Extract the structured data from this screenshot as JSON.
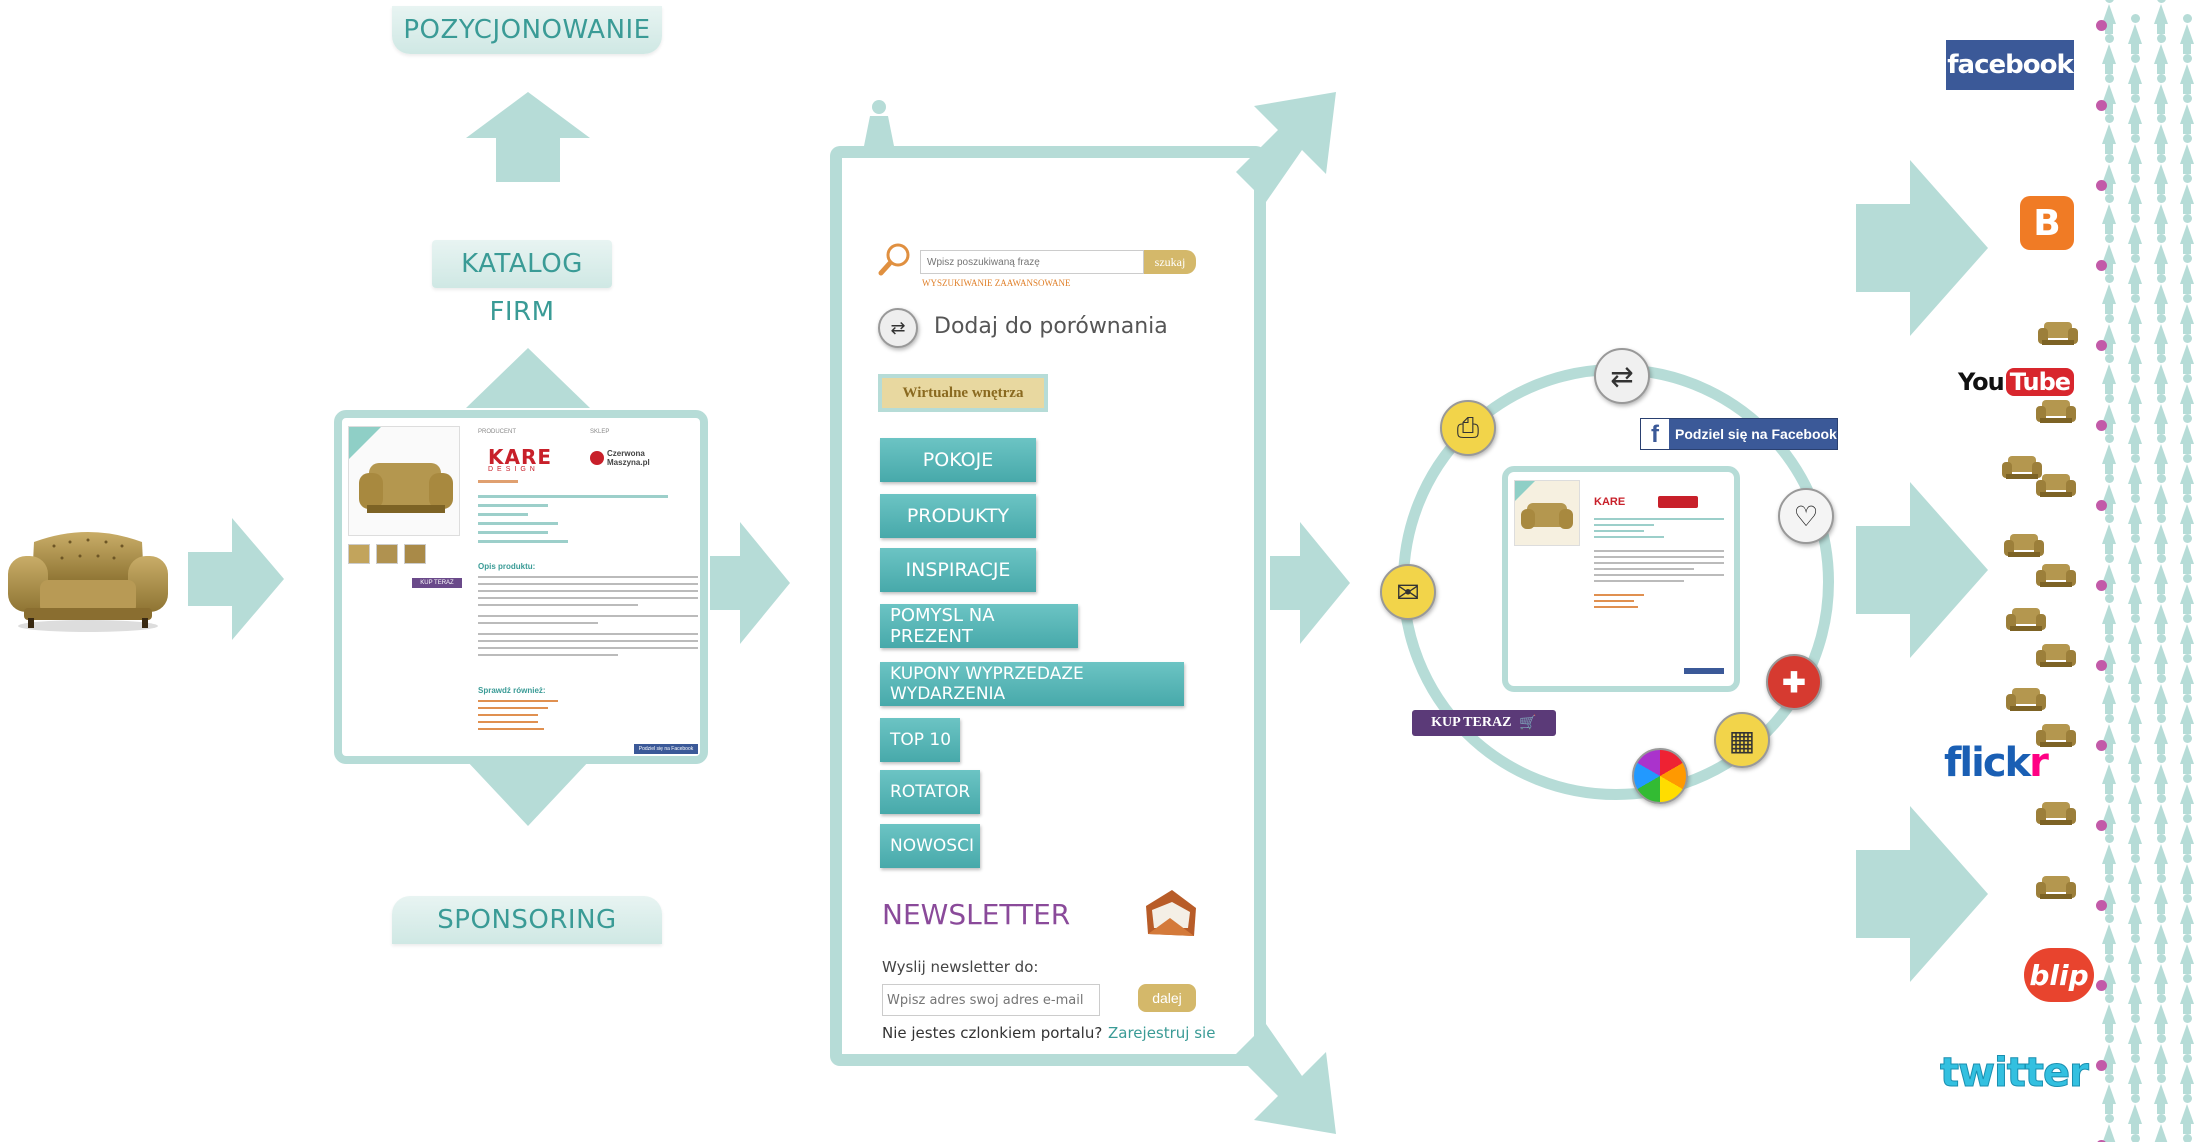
{
  "labels": {
    "pozycjonowanie": "POZYCJONOWANIE",
    "katalog_firm": "KATALOG FIRM",
    "sponsoring": "SPONSORING"
  },
  "product_card": {
    "producent_label": "PRODUCENT",
    "sklep_label": "SKLEP",
    "brand": "KARE",
    "brand_sub": "DESIGN",
    "shop_name": "Czerwona Maszyna.pl",
    "buy_label": "KUP TERAZ",
    "opis_title": "Opis produktu:",
    "sprawdz_title": "Sprawdź również:",
    "share_label": "Podziel się na Facebook"
  },
  "portal": {
    "search_placeholder": "Wpisz poszukiwaną frazę",
    "search_button": "szukaj",
    "advanced_search": "WYSZUKIWANIE ZAAWANSOWANE",
    "compare": "Dodaj do porównania",
    "virtual": "Wirtualne wnętrza",
    "menu": [
      "POKOJE",
      "PRODUKTY",
      "INSPIRACJE",
      "POMYSL NA PREZENT",
      "KUPONY WYPRZEDAZE WYDARZENIA",
      "TOP 10",
      "ROTATOR",
      "NOWOSCI"
    ],
    "newsletter_title": "NEWSLETTER",
    "newsletter_label": "Wyslij newsletter do:",
    "newsletter_placeholder": "Wpisz adres swoj adres e-mail",
    "newsletter_button": "dalej",
    "not_member": "Nie jestes czlonkiem portalu?",
    "register": "Zarejestruj sie"
  },
  "circle": {
    "share_facebook": "Podziel się na Facebook",
    "buy_now": "KUP TERAZ"
  },
  "social": {
    "facebook": "facebook",
    "youtube_you": "You",
    "youtube_tube": "Tube",
    "flickr_a": "flick",
    "flickr_b": "r",
    "blip": "blip",
    "twitter": "twitter"
  },
  "colors": {
    "teal_light": "#b6dcd7",
    "teal_button": "#47a9aa",
    "gold": "#d4b86a",
    "purple": "#6a4a8a",
    "facebook_blue": "#3b5998"
  }
}
